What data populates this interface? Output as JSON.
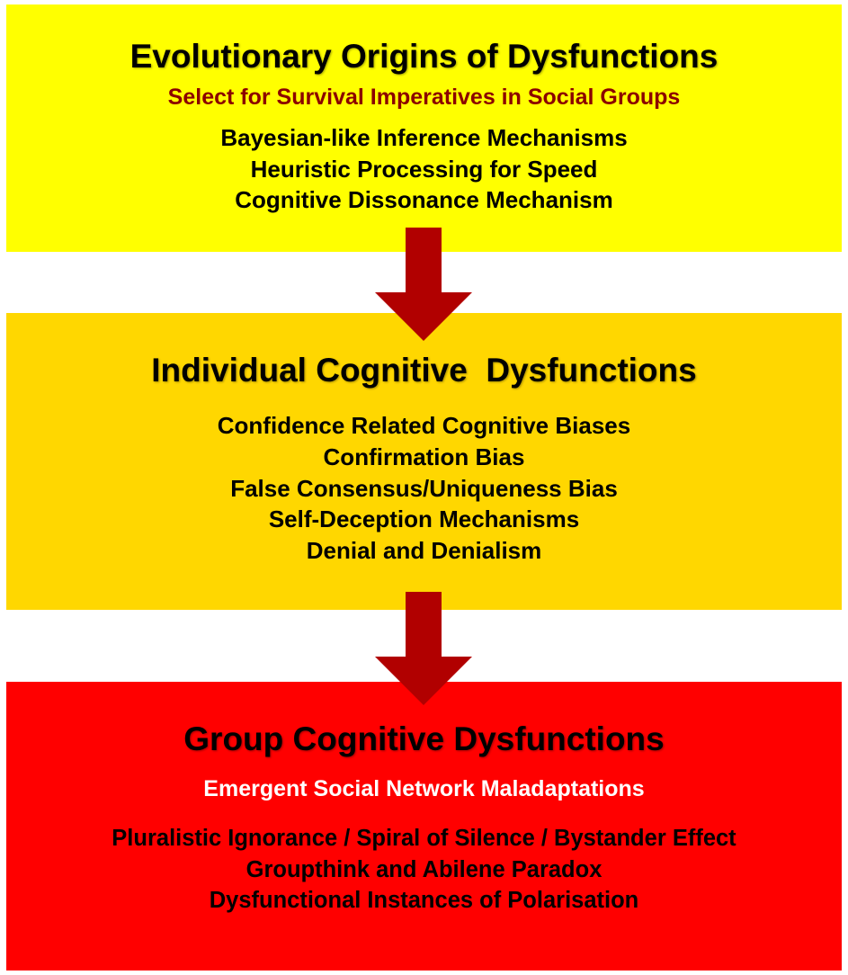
{
  "colors": {
    "top_box": "#ffff00",
    "middle_box": "#ffd700",
    "bottom_box": "#ff0000",
    "arrow": "#b10000",
    "top_subtitle": "#8b0000",
    "bottom_subtitle": "#ffffff",
    "text": "#000000"
  },
  "sections": {
    "top": {
      "title": "Evolutionary Origins of Dysfunctions",
      "subtitle": "Select for Survival Imperatives in Social Groups",
      "items": [
        "Bayesian-like Inference Mechanisms",
        "Heuristic Processing for Speed",
        "Cognitive Dissonance Mechanism"
      ]
    },
    "middle": {
      "title": "Individual Cognitive  Dysfunctions",
      "items": [
        "Confidence Related Cognitive Biases",
        "Confirmation Bias",
        "False Consensus/Uniqueness Bias",
        "Self-Deception Mechanisms",
        "Denial and Denialism"
      ]
    },
    "bottom": {
      "title": "Group Cognitive Dysfunctions",
      "subtitle": "Emergent Social Network Maladaptations",
      "items": [
        "Pluralistic Ignorance / Spiral of Silence / Bystander Effect",
        "Groupthink and Abilene Paradox",
        "Dysfunctional Instances of Polarisation"
      ]
    }
  },
  "icons": {
    "arrow_1": "down-arrow-icon",
    "arrow_2": "down-arrow-icon"
  }
}
